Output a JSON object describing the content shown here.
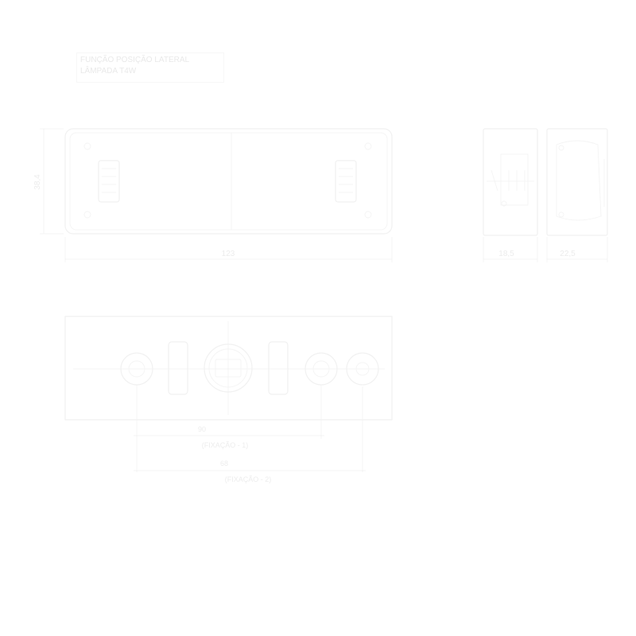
{
  "title": {
    "line1": "FUNÇÃO POSIÇÃO LATERAL",
    "line2": "LÂMPADA T4W"
  },
  "dimensions": {
    "height": "38,4",
    "length": "123",
    "depth1": "18,5",
    "depth2": "22,5"
  },
  "fixing": {
    "label1_value": "90",
    "label1_text": "(FIXAÇÃO - 1)",
    "label2_value": "68",
    "label2_text": "(FIXAÇÃO - 2)"
  }
}
